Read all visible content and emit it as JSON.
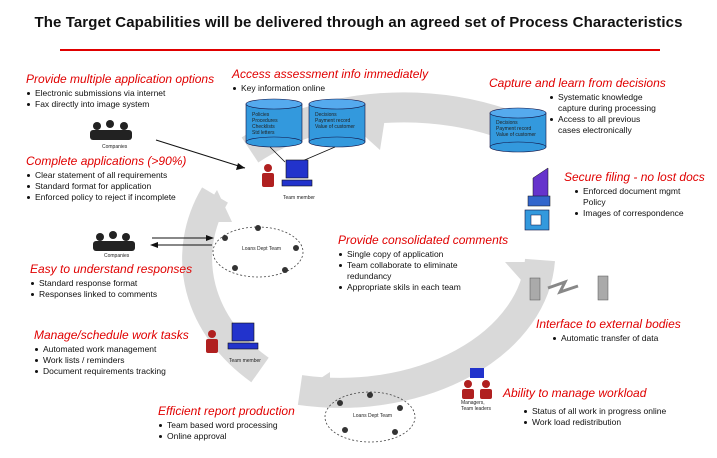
{
  "title": "The Target Capabilities will be delivered through an agreed set of Process Characteristics",
  "blocks": {
    "provide_multiple": {
      "heading": "Provide multiple application options",
      "items": [
        "Electronic submissions via internet",
        "Fax directly into image system"
      ]
    },
    "complete_apps": {
      "heading": "Complete applications (>90%)",
      "items": [
        "Clear statement of all requirements",
        "Standard format for application",
        "Enforced policy to reject if incomplete"
      ]
    },
    "easy_responses": {
      "heading": "Easy to understand responses",
      "items": [
        "Standard response format",
        "Responses linked to  comments"
      ]
    },
    "manage_schedule": {
      "heading": "Manage/schedule work tasks",
      "items": [
        "Automated work management",
        "Work lists / reminders",
        "Document requirements tracking"
      ]
    },
    "efficient_report": {
      "heading": "Efficient report production",
      "items": [
        "Team based word processing",
        "Online approval"
      ]
    },
    "access_assessment": {
      "heading": "Access assessment info immediately",
      "items": [
        "Key information online"
      ]
    },
    "consolidated": {
      "heading": "Provide consolidated comments",
      "items": [
        "Single copy of application",
        "Team collaborate to eliminate redundancy",
        "Appropriate skils in each team"
      ]
    },
    "capture_learn": {
      "heading": "Capture and learn from decisions",
      "items": [
        "Systematic knowledge capture during processing",
        "Access to all previous cases electronically"
      ]
    },
    "secure_filing": {
      "heading": "Secure filing - no lost docs",
      "items": [
        "Enforced document mgmt Policy",
        "Images of correspondence"
      ]
    },
    "interface_external": {
      "heading": "Interface to external bodies",
      "items": [
        "Automatic transfer of  data"
      ]
    },
    "manage_workload": {
      "heading": "Ability to manage workload",
      "items": [
        "Status of all work in progress online",
        "Work load redistribution"
      ]
    }
  },
  "small_labels": {
    "companies_top": "Companies",
    "companies_mid": "Companies",
    "team_member_top": "Team member",
    "team_member_mid": "Team member",
    "team_center": "Loans Dept Team",
    "team_bottom": "Loans Dept Team",
    "managers": "Managers,\nTeam leaders"
  },
  "databases": {
    "db1": [
      "Policies",
      "Procedures",
      "Checklists",
      "Std letters"
    ],
    "db2": [
      "Decisions",
      "Payment record",
      "Value of customer"
    ],
    "db3": [
      "Decisions",
      "Payment record",
      "Value of customer"
    ]
  },
  "colors": {
    "heading": "#e00000",
    "rule": "#e00000",
    "cycle": "#d9d9d9",
    "db_fill": "#3399dd",
    "computer": "#2233cc"
  }
}
